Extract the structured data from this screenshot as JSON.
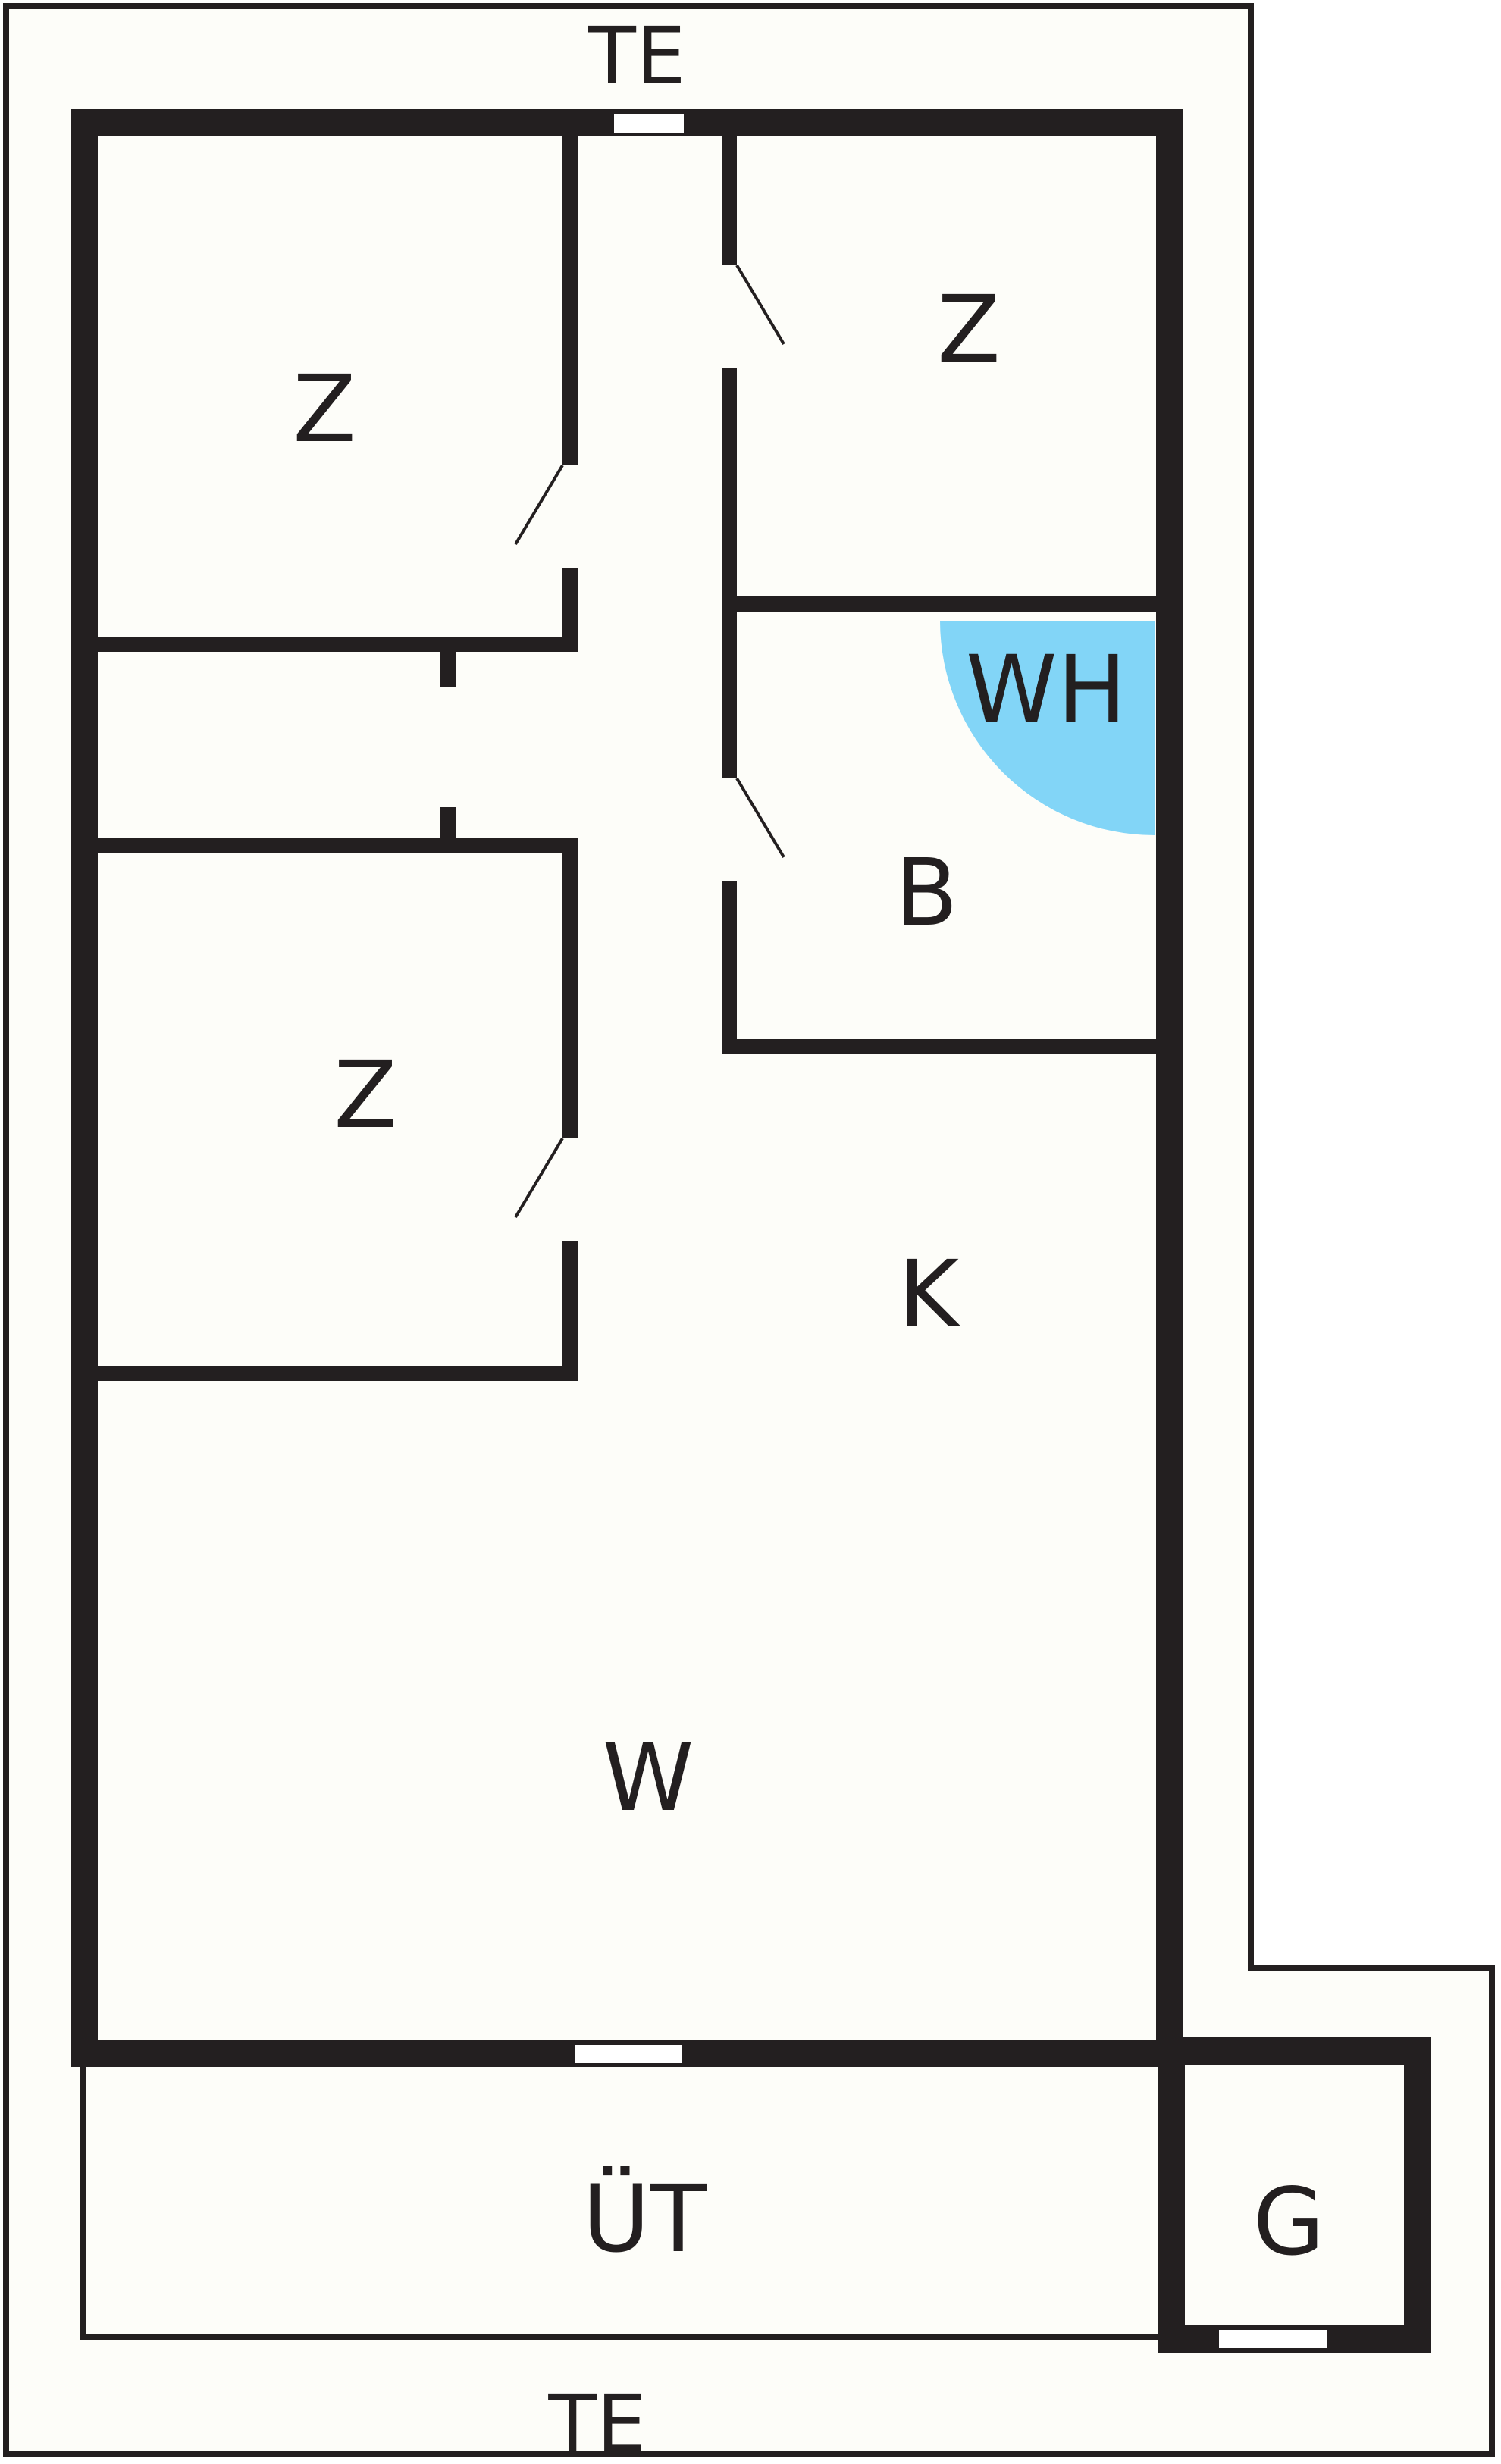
{
  "plan": {
    "colors": {
      "background": "#fdfdf9",
      "wall": "#231f20",
      "highlight": "#82d5f7",
      "window": "#ffffff"
    },
    "labels": {
      "terrace_top": "TE",
      "terrace_bottom": "TE",
      "room_z_top_left": "Z",
      "room_z_top_right": "Z",
      "room_z_bottom_left": "Z",
      "room_wh": "WH",
      "room_b": "B",
      "room_k": "K",
      "room_w": "W",
      "room_ut": "ÜT",
      "room_g": "G"
    }
  }
}
